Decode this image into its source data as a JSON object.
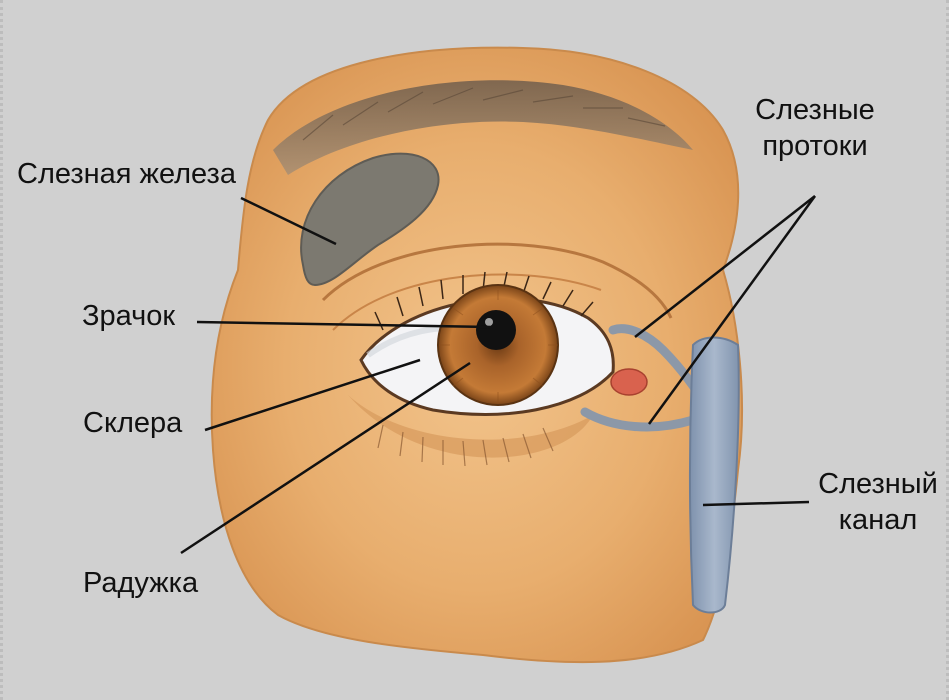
{
  "labels": {
    "lacrimal_gland": "Слезная железа",
    "pupil": "Зрачок",
    "sclera": "Склера",
    "iris": "Радужка",
    "lacrimal_ducts_line1": "Слезные",
    "lacrimal_ducts_line2": "протоки",
    "lacrimal_canal_line1": "Слезный",
    "lacrimal_canal_line2": "канал"
  },
  "colors": {
    "background": "#d0d0d0",
    "skin": "#e9b173",
    "iris": "#b06a2c",
    "pupil": "#111111",
    "gland": "#7c7970",
    "canal": "#97a8bf",
    "leader_line": "#111111"
  }
}
